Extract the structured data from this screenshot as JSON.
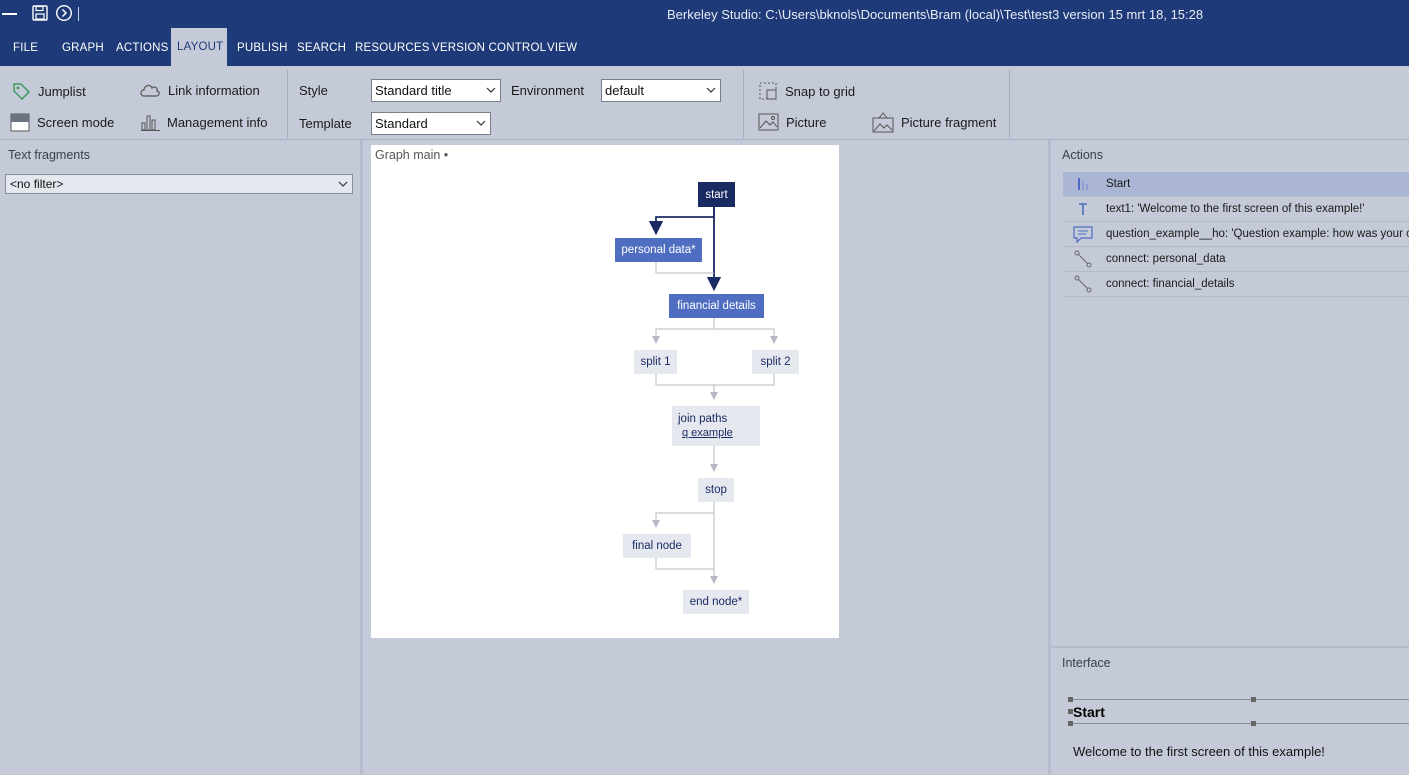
{
  "window": {
    "title": "Berkeley Studio: C:\\Users\\bknols\\Documents\\Bram (local)\\Test\\test3 version 15 mrt 18, 15:28"
  },
  "menu": [
    {
      "id": "file",
      "label": "FILE"
    },
    {
      "id": "graph",
      "label": "GRAPH"
    },
    {
      "id": "actions",
      "label": "ACTIONS"
    },
    {
      "id": "layout",
      "label": "LAYOUT",
      "active": true
    },
    {
      "id": "publish",
      "label": "PUBLISH"
    },
    {
      "id": "search",
      "label": "SEARCH"
    },
    {
      "id": "resources",
      "label": "RESOURCES"
    },
    {
      "id": "version-control",
      "label": "VERSION CONTROL"
    },
    {
      "id": "view",
      "label": "VIEW"
    }
  ],
  "ribbon": {
    "jumplist": "Jumplist",
    "link_information": "Link information",
    "screen_mode": "Screen mode",
    "management_info": "Management info",
    "style_label": "Style",
    "style_value": "Standard title",
    "environment_label": "Environment",
    "environment_value": "default",
    "template_label": "Template",
    "template_value": "Standard",
    "snap_to_grid": "Snap to grid",
    "picture": "Picture",
    "picture_fragment": "Picture fragment"
  },
  "left_panel": {
    "title": "Text fragments",
    "filter_value": "<no filter>"
  },
  "graph": {
    "title": "Graph main •",
    "nodes": {
      "start": "start",
      "personal_data": "personal data*",
      "financial_details": "financial details",
      "split1": "split 1",
      "split2": "split 2",
      "join_paths": "join paths",
      "q_example": "q example",
      "stop": "stop",
      "final_node": "final node",
      "end_node": "end node*"
    }
  },
  "actions_panel": {
    "title": "Actions",
    "items": [
      {
        "icon": "start-icon",
        "label": "Start",
        "selected": true
      },
      {
        "icon": "text-icon",
        "label": "text1: 'Welcome to the first screen of this example!'"
      },
      {
        "icon": "question-icon",
        "label": "question_example__ho: 'Question example: how was your c"
      },
      {
        "icon": "connect-icon",
        "label": "connect: personal_data"
      },
      {
        "icon": "connect-icon",
        "label": "connect: financial_details"
      }
    ]
  },
  "interface_panel": {
    "title": "Interface",
    "heading": "Start",
    "text": "Welcome to the first screen of this example!"
  },
  "colors": {
    "titlebar": "#1e3a78",
    "background": "#c5cad8",
    "node_dark": "#1a2b63",
    "node_blue": "#4f6ec1",
    "node_light": "#e6e8ef"
  }
}
